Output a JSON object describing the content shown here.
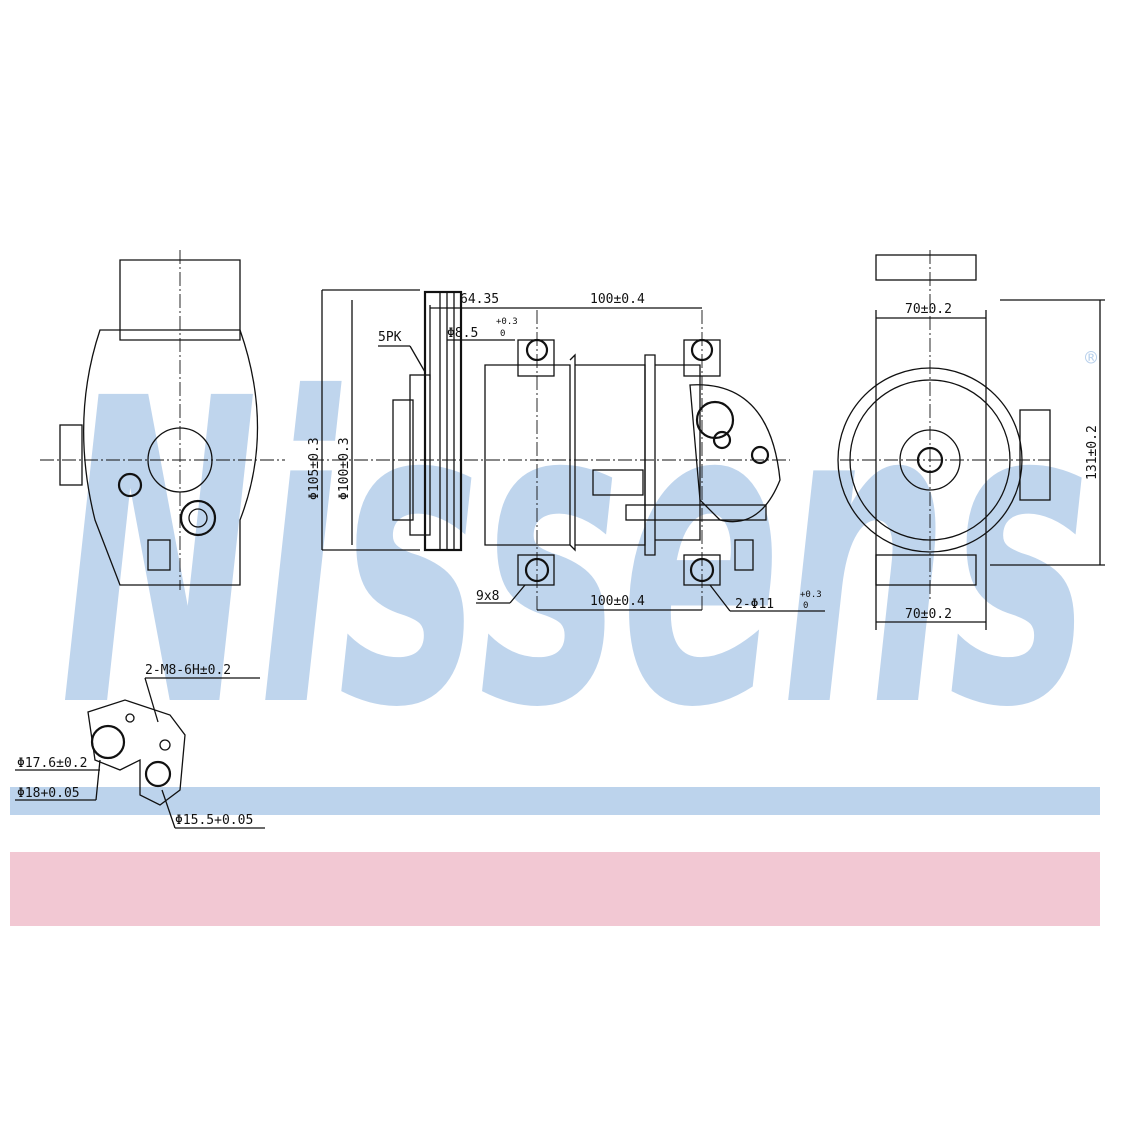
{
  "watermark": {
    "text": "Nissens",
    "registered_mark": "®",
    "color": "#b9d1ec"
  },
  "bands": {
    "blue": "#bcd3ec",
    "pink": "#f2c8d3"
  },
  "dimensions": {
    "pulley": "5PK",
    "offset": "64.35",
    "top_span": "100±0.4",
    "top_hole": "Φ8.5",
    "top_hole_tol_upper": "+0.3",
    "top_hole_tol_lower": "0",
    "dia_outer": "Φ105±0.3",
    "dia_inner": "Φ100±0.3",
    "slot": "9x8",
    "bottom_span": "100±0.4",
    "bottom_holes": "2-Φ11",
    "bottom_holes_tol_upper": "+0.3",
    "bottom_holes_tol_lower": "0",
    "right_top_width": "70±0.2",
    "right_bottom_width": "70±0.2",
    "right_height": "131±0.2",
    "flange_thread": "2-M8-6H±0.2",
    "flange_port_1": "Φ17.6±0.2",
    "flange_port_2": "Φ18+0.05",
    "flange_port_3": "Φ15.5+0.05"
  }
}
